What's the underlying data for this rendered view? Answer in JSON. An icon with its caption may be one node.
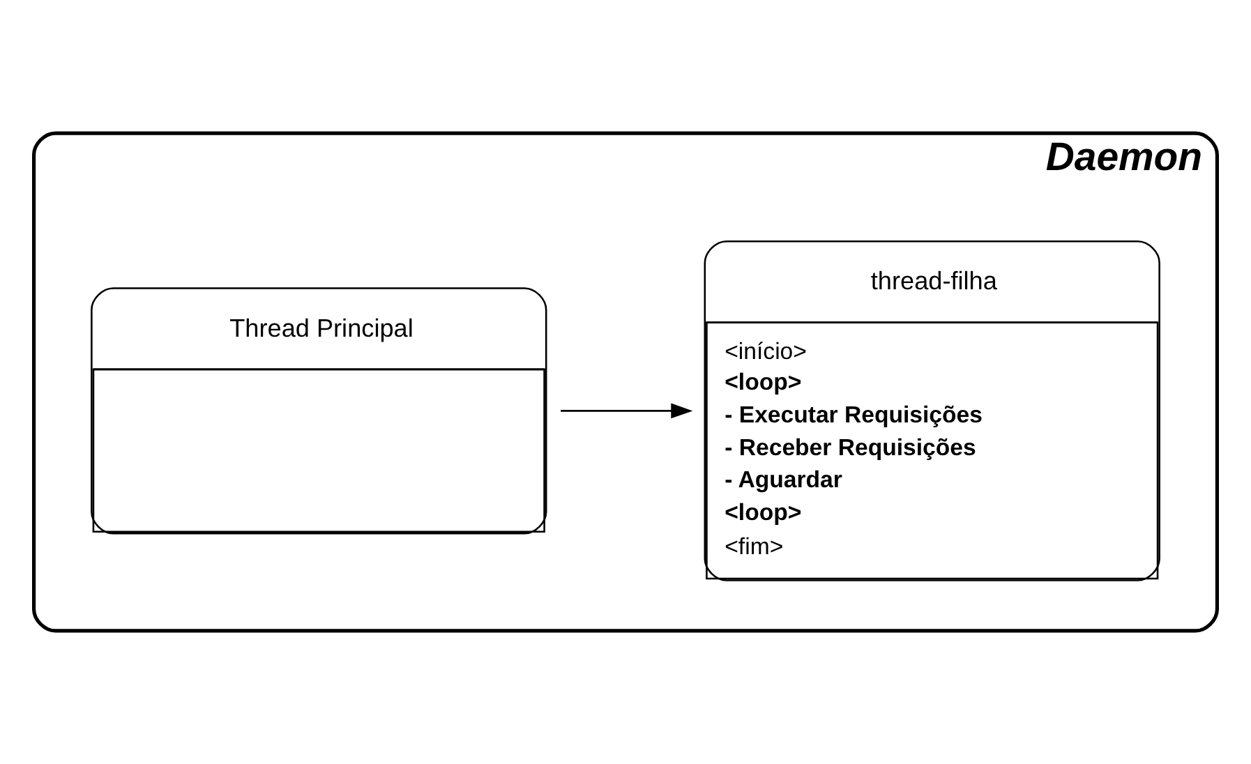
{
  "diagram": {
    "nodes": [
      {
        "text": [
          "Daemon"
        ]
      },
      {
        "text": [
          "Thread Principal"
        ],
        "in": 0
      },
      {
        "text": [
          "thread-filha",
          "<início>",
          "<loop>",
          "- Executar Requisições",
          "- Receber Requisições",
          "- Aguardar",
          "<loop>",
          "<fim>"
        ],
        "in": 0
      }
    ],
    "edges": [
      {
        "from": 1,
        "to": 2,
        "arrow": "to"
      }
    ]
  }
}
